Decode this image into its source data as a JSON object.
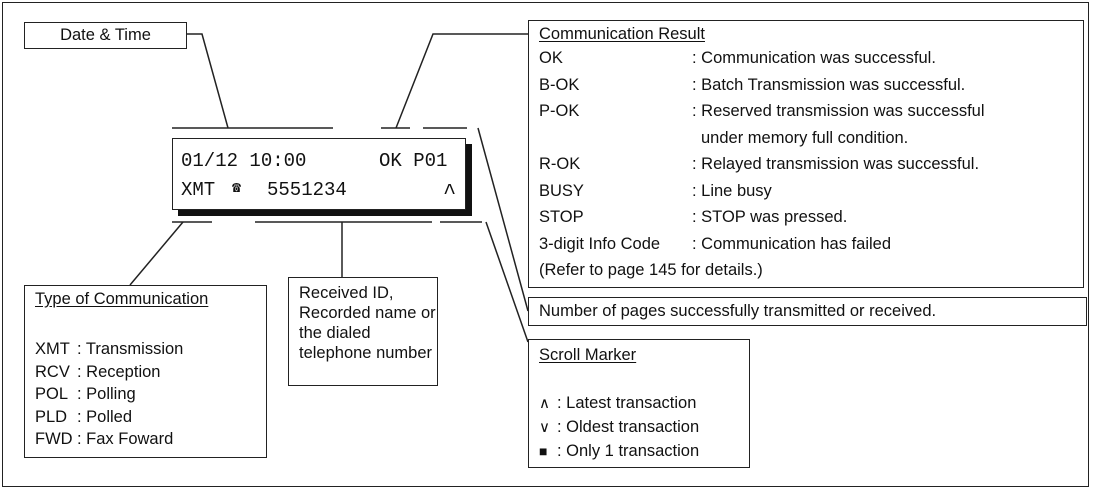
{
  "date_time_label": "Date & Time",
  "lcd": {
    "line1_date": "01/12 10:00",
    "line1_result": "OK P01",
    "line2_type": "XMT",
    "line2_phone_icon": "☎",
    "line2_number": "5551234",
    "line2_scroll": "^"
  },
  "comm_result": {
    "title": "Communication Result",
    "rows": [
      {
        "code": "OK",
        "desc": ": Communication was successful."
      },
      {
        "code": "B-OK",
        "desc": ": Batch Transmission was successful."
      },
      {
        "code": "P-OK",
        "desc": ": Reserved transmission was successful"
      },
      {
        "code": "",
        "desc": "under memory full condition."
      },
      {
        "code": "R-OK",
        "desc": ": Relayed transmission was successful."
      },
      {
        "code": "BUSY",
        "desc": ": Line busy"
      },
      {
        "code": "STOP",
        "desc": ": STOP was pressed."
      },
      {
        "code": "3-digit Info Code",
        "desc": ": Communication has failed"
      }
    ],
    "refer_note": "(Refer to page 145 for details.)"
  },
  "pages_label": "Number of pages successfully transmitted or received.",
  "type_of_comm": {
    "title": "Type of Communication",
    "rows": [
      {
        "code": "XMT",
        "desc": ": Transmission"
      },
      {
        "code": "RCV",
        "desc": ": Reception"
      },
      {
        "code": "POL",
        "desc": ": Polling"
      },
      {
        "code": "PLD",
        "desc": ": Polled"
      },
      {
        "code": "FWD",
        "desc": ": Fax Foward"
      }
    ]
  },
  "received_id": {
    "lines": [
      "Received ID,",
      "Recorded name or",
      "the dialed",
      "telephone number"
    ]
  },
  "scroll_marker": {
    "title": "Scroll Marker",
    "rows": [
      {
        "symbol": "∧",
        "desc": ": Latest transaction"
      },
      {
        "symbol": "∨",
        "desc": ": Oldest transaction"
      },
      {
        "symbol": "■",
        "desc": ": Only 1 transaction"
      }
    ]
  }
}
